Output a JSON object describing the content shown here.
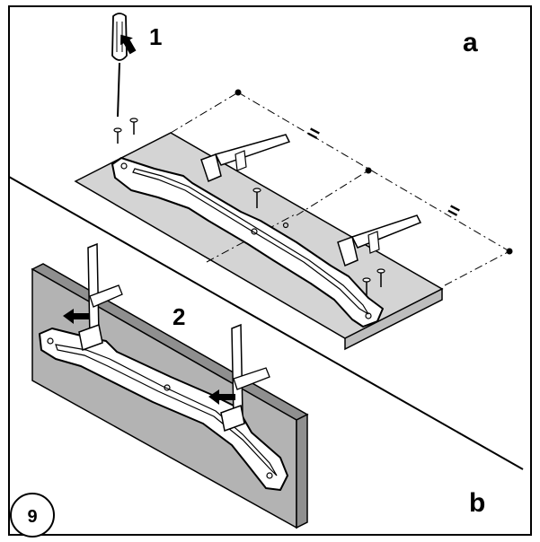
{
  "figure": {
    "step_number": "9",
    "panel_a_label": "a",
    "panel_b_label": "b",
    "step_1_label": "1",
    "step_2_label": "2",
    "equal_mark_1": "=",
    "equal_mark_2": "="
  },
  "colors": {
    "board_top": "#d4d4d4",
    "board_side": "#bdbdbd",
    "wall": "#b3b3b3",
    "wall_edge": "#8f8f8f",
    "bracket": "#ffffff",
    "ink": "#000000"
  }
}
